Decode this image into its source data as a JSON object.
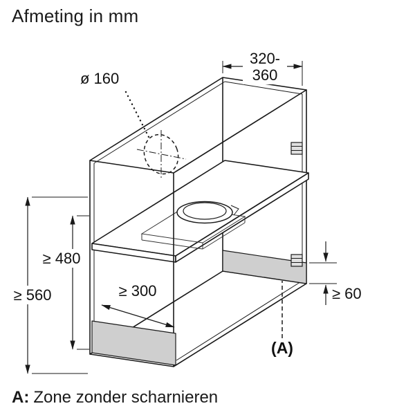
{
  "title": "Afmeting in mm",
  "footer": {
    "prefix": "A:",
    "text": "Zone zonder scharnieren"
  },
  "diagram": {
    "type": "cabinet-dimension-drawing",
    "dimensions": {
      "hole_diameter": "ø 160",
      "depth_line1": "320-",
      "depth_line2": "360",
      "height_outer": "≥ 560",
      "height_inner": "≥ 480",
      "depth_clearance": "≥ 300",
      "zone_height": "≥ 60",
      "zone_label": "(A)"
    },
    "colors": {
      "line": "#1a1a1a",
      "zone_fill": "#cfcfcf"
    }
  }
}
